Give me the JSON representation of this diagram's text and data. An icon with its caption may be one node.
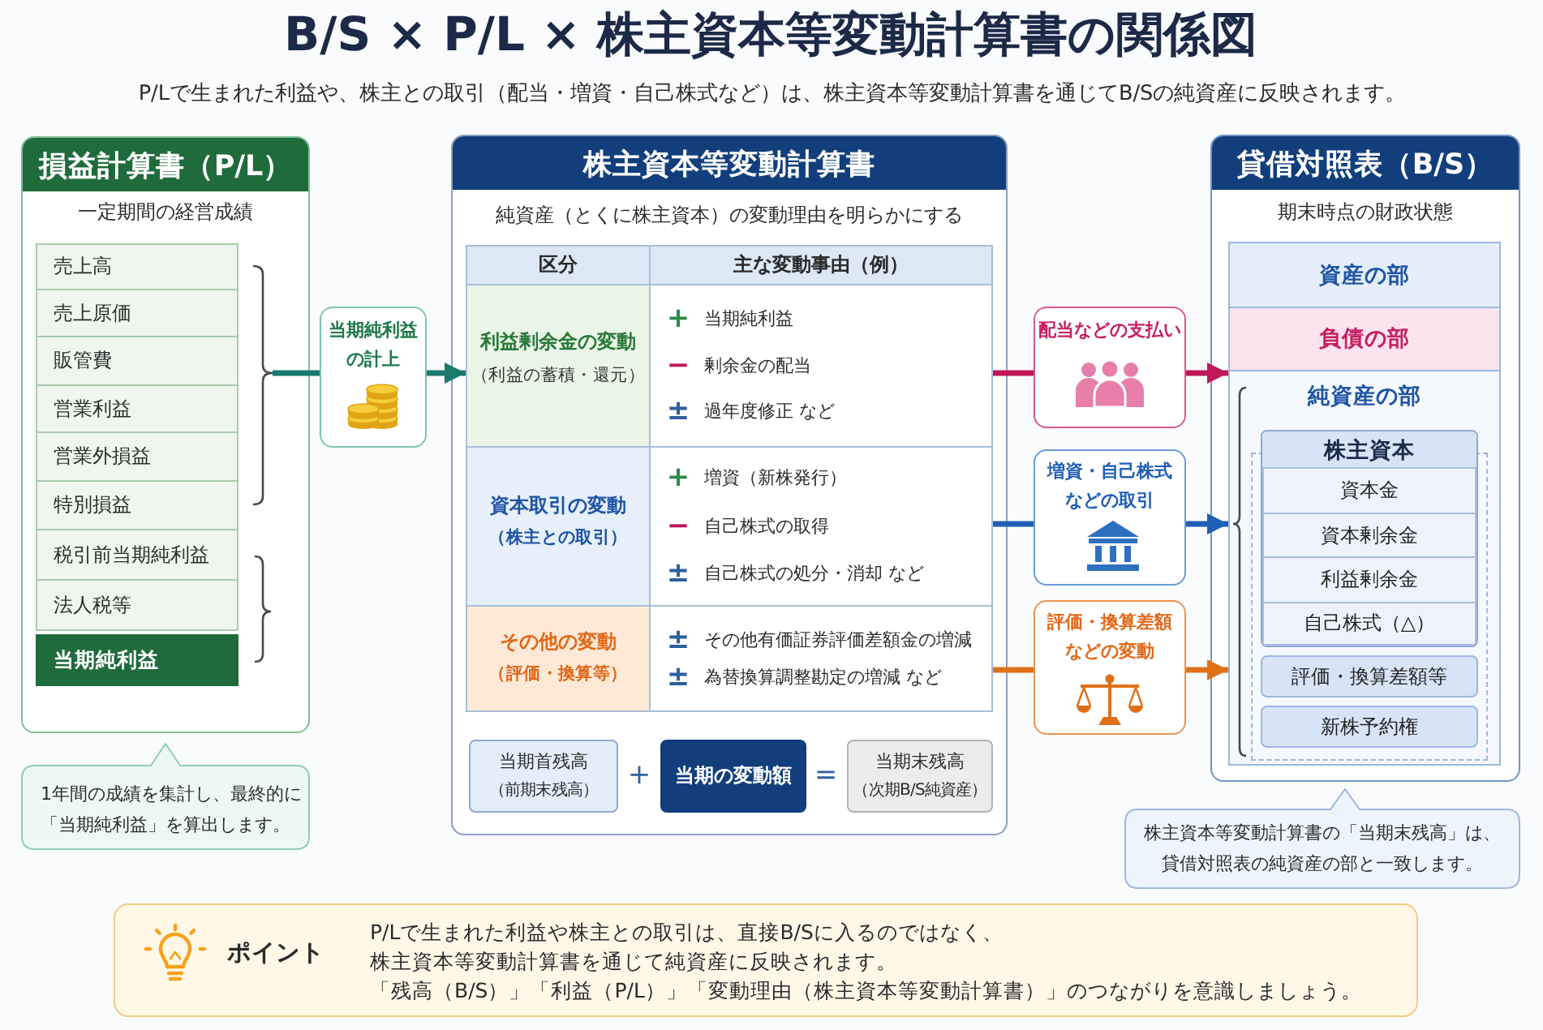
{
  "diagram": {
    "title": "B/S × P/L × 株主資本等変動計算書の関係図",
    "nodes": [
      {
        "text": [
          "損益計算書（P/L）",
          "一定期間の経営成績"
        ]
      },
      {
        "text": [
          "売上高"
        ],
        "in": 0
      },
      {
        "text": [
          "売上原価"
        ],
        "in": 0
      },
      {
        "text": [
          "販管費"
        ],
        "in": 0
      },
      {
        "text": [
          "営業利益"
        ],
        "in": 0
      },
      {
        "text": [
          "営業外損益"
        ],
        "in": 0
      },
      {
        "text": [
          "特別損益"
        ],
        "in": 0
      },
      {
        "text": [
          "税引前当期純利益"
        ],
        "in": 0
      },
      {
        "text": [
          "法人税等"
        ],
        "in": 0
      },
      {
        "text": [
          "当期純利益"
        ],
        "in": 0
      },
      {
        "text": [],
        "shape": "brace",
        "in": 0
      },
      {
        "text": [
          "1年間の成績を集計し、最終的に「当期純利益」を算出します。"
        ]
      },
      {
        "text": [
          "当期純利益の計上"
        ]
      },
      {
        "text": [
          "株主資本等変動計算書",
          "純資産（とくに株主資本）の変動理由を明らかにする"
        ]
      },
      {
        "text": [
          "利益剰余金の変動",
          "（利益の蓄積・還元）"
        ],
        "in": 13
      },
      {
        "text": [
          "+",
          "当期純利益",
          "−",
          "剰余金の配当",
          "±",
          "過年度修正 など"
        ],
        "in": 13
      },
      {
        "text": [
          "資本取引の変動",
          "（株主との取引）"
        ],
        "in": 13
      },
      {
        "text": [
          "+",
          "増資（新株発行）",
          "−",
          "自己株式の取得",
          "±",
          "自己株式の処分・消却 など"
        ],
        "in": 13
      },
      {
        "text": [
          "その他の変動",
          "（評価・換算等）"
        ],
        "in": 13
      },
      {
        "text": [
          "±",
          "その他有価証券評価差額金の増減",
          "±",
          "為替換算調整勘定の増減 など"
        ],
        "in": 13
      },
      {
        "text": [
          "当期首残高",
          "（前期末残高）"
        ],
        "in": 13
      },
      {
        "text": [
          "当期の変動額"
        ],
        "in": 13
      },
      {
        "text": [
          "当期末残高",
          "（次期B/S純資産）"
        ],
        "in": 13
      },
      {
        "text": [
          "配当などの支払い"
        ]
      },
      {
        "text": [
          "増資・自己株式などの取引"
        ]
      },
      {
        "text": [
          "評価・換算差額などの変動"
        ]
      },
      {
        "text": [
          "貸借対照表（B/S）",
          "期末時点の財政状態"
        ]
      },
      {
        "text": [
          "資産の部"
        ],
        "in": 26
      },
      {
        "text": [
          "負債の部"
        ],
        "in": 26
      },
      {
        "text": [
          "純資産の部"
        ],
        "in": 26
      },
      {
        "text": [
          "株主資本"
        ],
        "in": 29
      },
      {
        "text": [
          "資本金"
        ],
        "in": 30
      },
      {
        "text": [
          "資本剰余金"
        ],
        "in": 30
      },
      {
        "text": [
          "利益剰余金"
        ],
        "in": 30
      },
      {
        "text": [
          "自己株式（△）"
        ],
        "in": 30
      },
      {
        "text": [
          "評価・換算差額等"
        ],
        "in": 29
      },
      {
        "text": [
          "新株予約権"
        ],
        "in": 29
      },
      {
        "text": [
          "株主資本等変動計算書の「当期末残高」は、貸借対照表の純資産の部と一致します。"
        ]
      },
      {
        "text": [
          "ポイント",
          "P/Lで生まれた利益や株主との取引は、直接B/Sに入るのではなく、株主資本等変動計算書を通じて純資産に反映されます。",
          "「残高（B/S）」「利益（P/L）」「変動理由（株主資本等変動計算書）」のつながりを意識しましょう。"
        ]
      }
    ],
    "edges": [
      {
        "from": 10,
        "to": 12,
        "arrow": "none",
        "color": "#1a7a6e"
      },
      {
        "from": 12,
        "to": 14,
        "arrow": "to",
        "color": "#1a7a6e"
      },
      {
        "from": 15,
        "to": 23,
        "arrow": "none",
        "color": "#c0185a"
      },
      {
        "from": 23,
        "to": 29,
        "arrow": "to",
        "color": "#c0185a"
      },
      {
        "from": 17,
        "to": 24,
        "arrow": "none",
        "color": "#1f5fb5"
      },
      {
        "from": 24,
        "to": 29,
        "arrow": "to",
        "color": "#1f5fb5"
      },
      {
        "from": 19,
        "to": 25,
        "arrow": "none",
        "color": "#e07018"
      },
      {
        "from": 25,
        "to": 29,
        "arrow": "to",
        "color": "#e07018"
      }
    ],
    "labels": [
      "P/Lで生まれた利益や、株主との取引（配当・増資・自己株式など）は、株主資本等変動計算書を通じてB/Sの純資産に反映されます。",
      "区分",
      "主な変動事由（例）",
      "+",
      "="
    ]
  }
}
